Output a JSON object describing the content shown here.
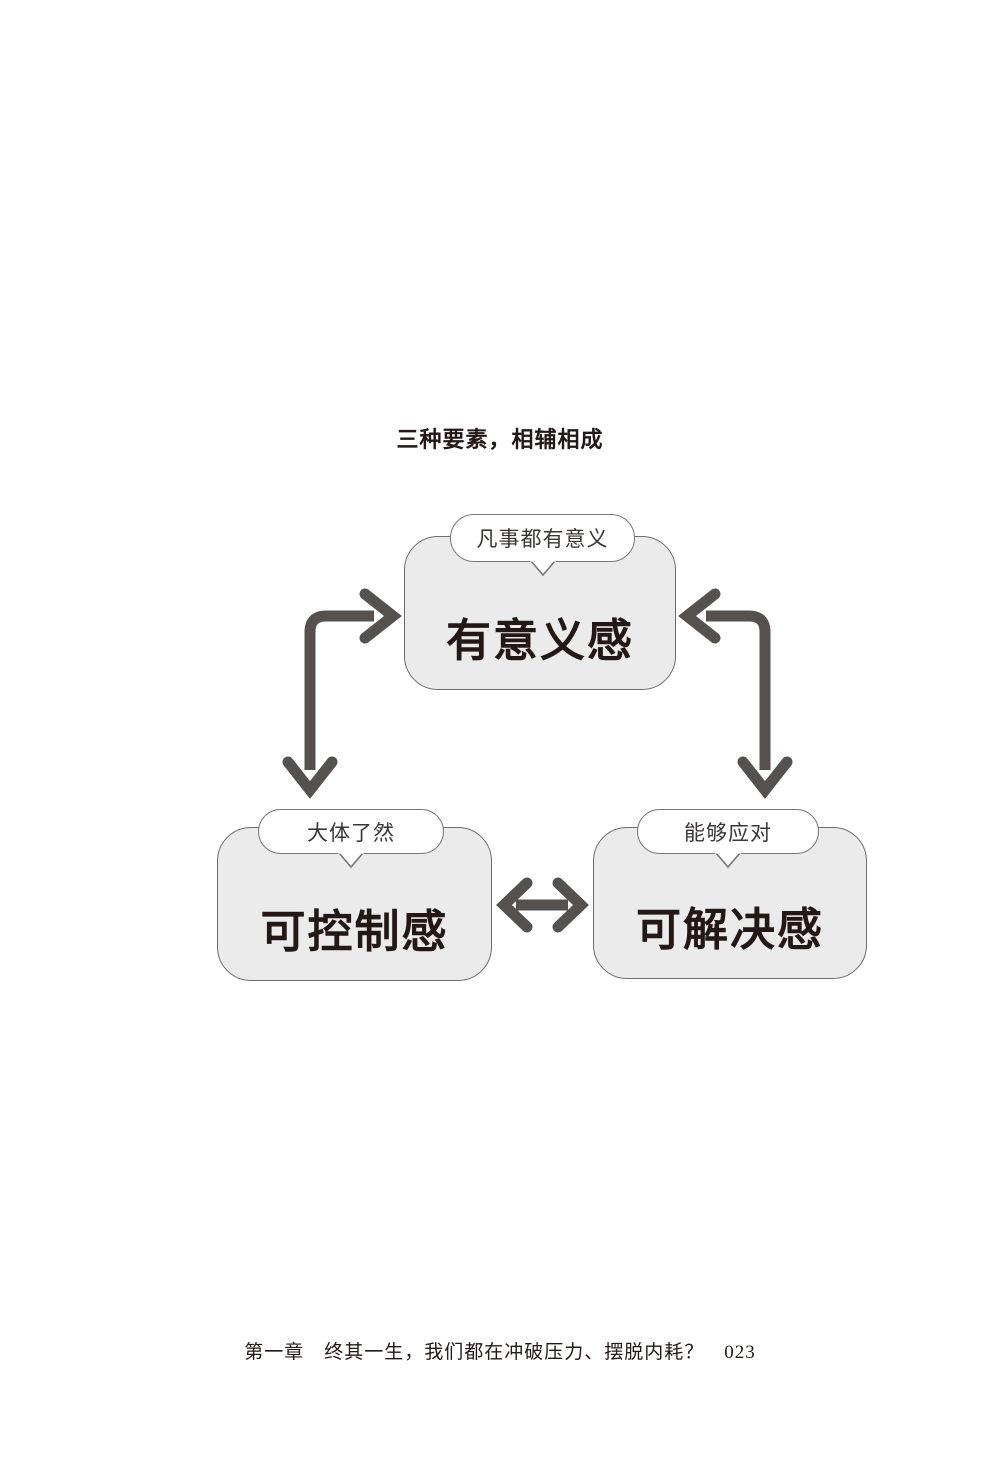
{
  "figure": {
    "title": "三种要素，相辅相成",
    "nodes": [
      {
        "id": "meaning",
        "bubble": "凡事都有意义",
        "label": "有意义感"
      },
      {
        "id": "control",
        "bubble": "大体了然",
        "label": "可控制感"
      },
      {
        "id": "solution",
        "bubble": "能够应对",
        "label": "可解决感"
      }
    ],
    "connectors": [
      {
        "id": "left-elbow",
        "from": "meaning",
        "to": "control",
        "style": "double-headed-elbow"
      },
      {
        "id": "right-elbow",
        "from": "meaning",
        "to": "solution",
        "style": "double-headed-elbow"
      },
      {
        "id": "bottom-arrow",
        "from": "control",
        "to": "solution",
        "style": "double-headed-straight"
      }
    ],
    "colors": {
      "box_fill": "#ebebeb",
      "box_border": "#6e6a68",
      "bubble_fill": "#ffffff",
      "bubble_border": "#7a7674",
      "arrow": "#55514f",
      "text": "#231815",
      "bubble_text": "#3b3634",
      "page_background": "#ffffff"
    }
  },
  "footer": {
    "text": "第一章　终其一生，我们都在冲破压力、摆脱内耗？　023",
    "chapter": "第一章",
    "chapter_title": "终其一生，我们都在冲破压力、摆脱内耗？",
    "page_number": "023"
  }
}
